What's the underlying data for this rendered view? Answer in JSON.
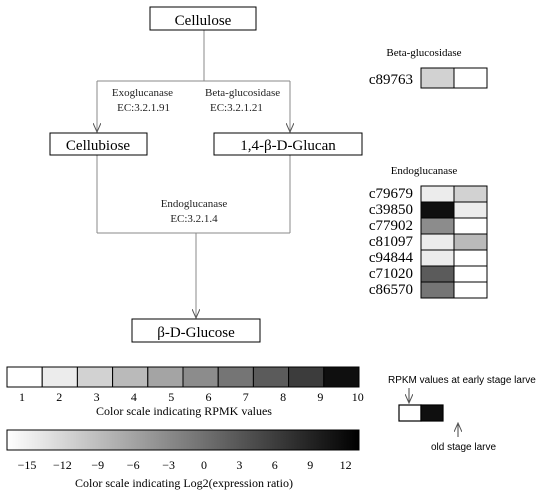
{
  "pathway": {
    "cellulose": "Cellulose",
    "cellobiose": "Cellubiose",
    "glucan": "1,4-β-D-Glucan",
    "glucose": "β-D-Glucose",
    "exo_name": "Exoglucanase",
    "exo_ec": "EC:3.2.1.91",
    "beta_name": "Beta-glucosidase",
    "beta_ec": "EC:3.2.1.21",
    "endo_name": "Endoglucanase",
    "endo_ec": "EC:3.2.1.4"
  },
  "beta_glucosidase_heatmap": {
    "title": "Beta-glucosidase",
    "rows": [
      {
        "id": "c89763",
        "early": 3,
        "old": 1
      }
    ]
  },
  "endoglucanase_heatmap": {
    "title": "Endoglucanase",
    "rows": [
      {
        "id": "c79679",
        "early": 2,
        "old": 3
      },
      {
        "id": "c39850",
        "early": 10,
        "old": 2
      },
      {
        "id": "c77902",
        "early": 6,
        "old": 1
      },
      {
        "id": "c81097",
        "early": 2,
        "old": 4
      },
      {
        "id": "c94844",
        "early": 2,
        "old": 1
      },
      {
        "id": "c71020",
        "early": 8,
        "old": 1
      },
      {
        "id": "c86570",
        "early": 7,
        "old": 1
      }
    ]
  },
  "rpkm_scale": {
    "ticks": [
      "1",
      "2",
      "3",
      "4",
      "5",
      "6",
      "7",
      "8",
      "9",
      "10"
    ],
    "colors": [
      "#ffffff",
      "#ececec",
      "#d2d2d2",
      "#bababa",
      "#a4a4a4",
      "#8c8c8c",
      "#757575",
      "#5b5b5b",
      "#3c3c3c",
      "#0f0f0f"
    ],
    "caption": "Color scale indicating RPMK values"
  },
  "log2_scale": {
    "ticks": [
      "−15",
      "−12",
      "−9",
      "−6",
      "−3",
      "0",
      "3",
      "6",
      "9",
      "12"
    ],
    "start_color": "#ffffff",
    "end_color": "#000000",
    "caption": "Color scale indicating Log2(expression ratio)"
  },
  "legend": {
    "early_label": "RPKM values at early stage larve",
    "old_label": "old stage larve",
    "early_level": 1,
    "old_level": 10
  }
}
